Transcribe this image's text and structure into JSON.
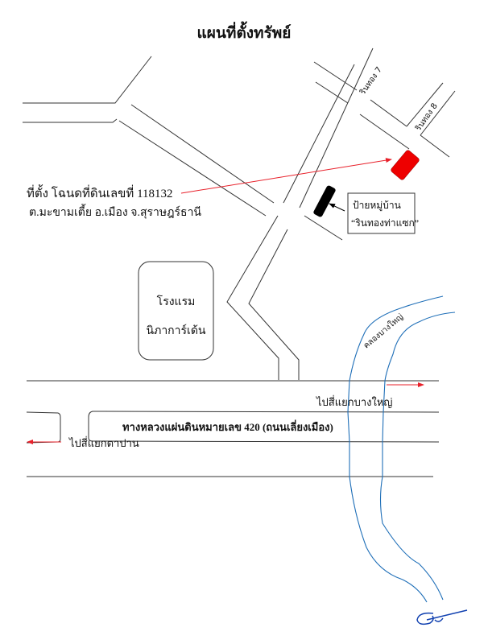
{
  "title": "แผนที่ตั้งทรัพย์",
  "location": {
    "line1": "ที่ตั้ง โฉนดที่ดินเลขที่ 118132",
    "line2": "ต.มะขามเตี้ย อ.เมือง จ.สุราษฎร์ธานี"
  },
  "streets": {
    "rinthong7": "รินทอง 7",
    "rinthong8": "รินทอง 8"
  },
  "village_sign": {
    "line1": "ป้ายหมู่บ้าน",
    "line2": "“รินทองท่าแซก”"
  },
  "hotel": {
    "line1": "โรงแรม",
    "line2": "นิภาการ์เด้น"
  },
  "canal": "คลองบางใหญ่",
  "highway": {
    "name": "ทางหลวงแผ่นดินหมายเลข 420 (ถนนเลี่ยงเมือง)",
    "to_right": "ไปสี่แยกบางใหญ่",
    "to_left": "ไปสี่แยกตาปาน"
  },
  "colors": {
    "property": "#ee0000",
    "sign": "#000000",
    "arrow": "#e8202a",
    "river": "#1f6fb8",
    "road": "#333333"
  }
}
